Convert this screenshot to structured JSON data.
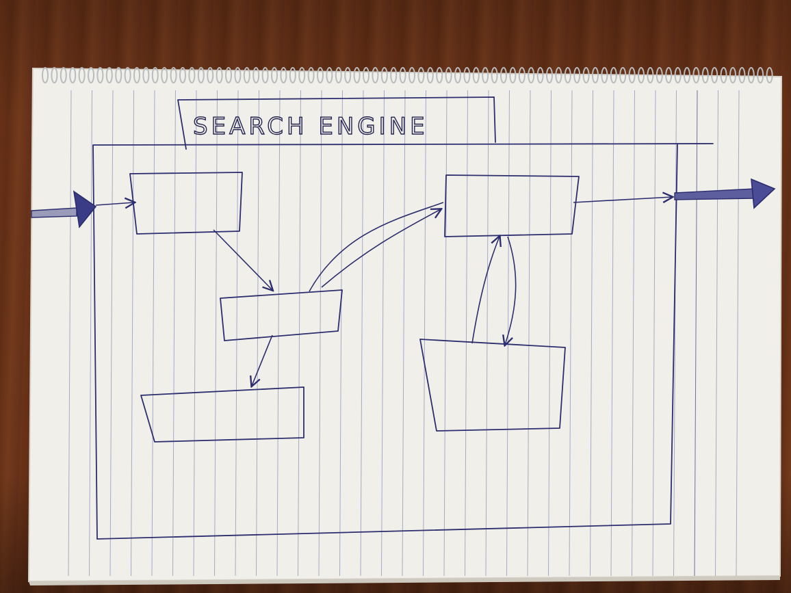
{
  "diagram": {
    "title": "SEARCH ENGINE",
    "ink_color": "#2b2d6e",
    "paper_color": "#f1efe9",
    "rule_color": "#9aa0c2",
    "boxes": [
      "input-box",
      "processing-box",
      "storage-box-left",
      "output-box",
      "storage-box-right"
    ],
    "arrows": [
      "external-input-arrow",
      "input-to-processing-arrow",
      "processing-to-storage-arrow",
      "processing-to-output-arrow",
      "output-to-storage-arrow",
      "storage-to-output-arrow",
      "output-arrow",
      "external-output-arrow"
    ]
  }
}
